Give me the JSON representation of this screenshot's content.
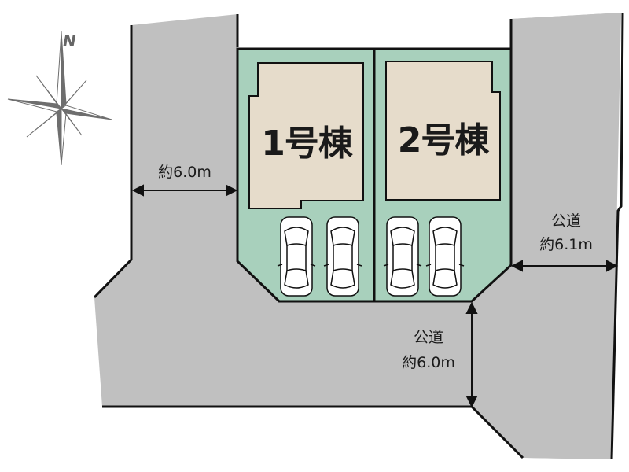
{
  "site_plan": {
    "compass": {
      "north_label": "N",
      "icon": "compass-rose-icon"
    },
    "buildings": [
      {
        "id": 1,
        "label": "1号棟",
        "parking_spaces": 2
      },
      {
        "id": 2,
        "label": "2号棟",
        "parking_spaces": 2
      }
    ],
    "dimensions": {
      "left_road": {
        "width_label": "約6.0m"
      },
      "right_road": {
        "type_label": "公道",
        "width_label": "約6.1m"
      },
      "bottom_road": {
        "type_label": "公道",
        "width_label": "約6.0m"
      }
    },
    "colors": {
      "road": "#c0c0c0",
      "lot": "#a8d0bc",
      "building": "#e6dccb",
      "outline": "#111111",
      "car": "#ffffff"
    }
  }
}
